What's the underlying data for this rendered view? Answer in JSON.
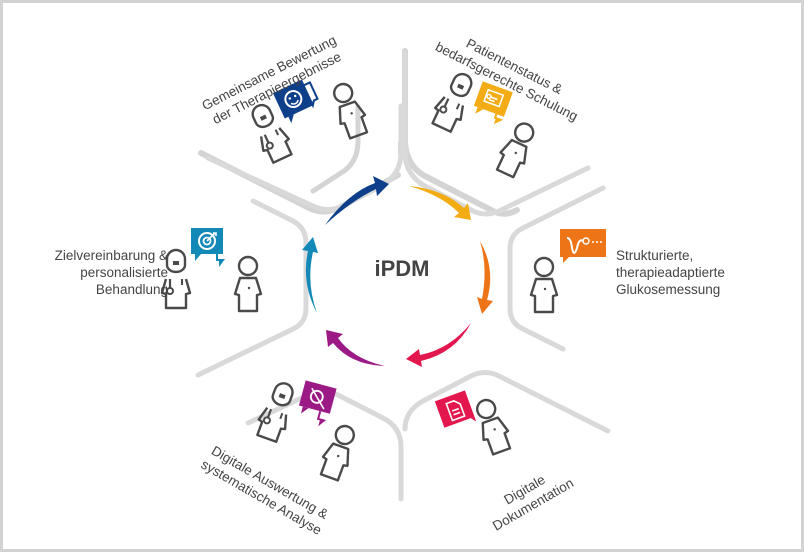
{
  "diagram": {
    "center_label": "iPDM",
    "colors": {
      "blue_dark": "#0d3f8a",
      "yellow": "#f3ac14",
      "orange": "#ed7518",
      "red": "#e3174d",
      "purple": "#9b1a86",
      "teal": "#1389b8",
      "line_gray": "#d4d4d4",
      "icon_gray": "#4a4a4a"
    },
    "segments": [
      {
        "id": "top-left",
        "lines": [
          "Gemeinsame Bewertung",
          "der Therapieergebnisse"
        ],
        "icon": "smiley-icon",
        "color_key": "blue_dark"
      },
      {
        "id": "top-right",
        "lines": [
          "Patientenstatus &",
          "bedarfsgerechte Schulung"
        ],
        "icon": "presentation-icon",
        "color_key": "yellow"
      },
      {
        "id": "right",
        "lines": [
          "Strukturierte,",
          "therapieadaptierte",
          "Glukosemessung"
        ],
        "icon": "glucose-curve-icon",
        "color_key": "orange"
      },
      {
        "id": "bottom-right",
        "lines": [
          "Digitale",
          "Dokumentation"
        ],
        "icon": "document-icon",
        "color_key": "red"
      },
      {
        "id": "bottom-left",
        "lines": [
          "Digitale Auswertung &",
          "systematische Analyse"
        ],
        "icon": "analysis-icon",
        "color_key": "purple"
      },
      {
        "id": "left",
        "lines": [
          "Zielvereinbarung &",
          "personalisierte",
          "Behandlung"
        ],
        "icon": "target-icon",
        "color_key": "teal"
      }
    ]
  }
}
